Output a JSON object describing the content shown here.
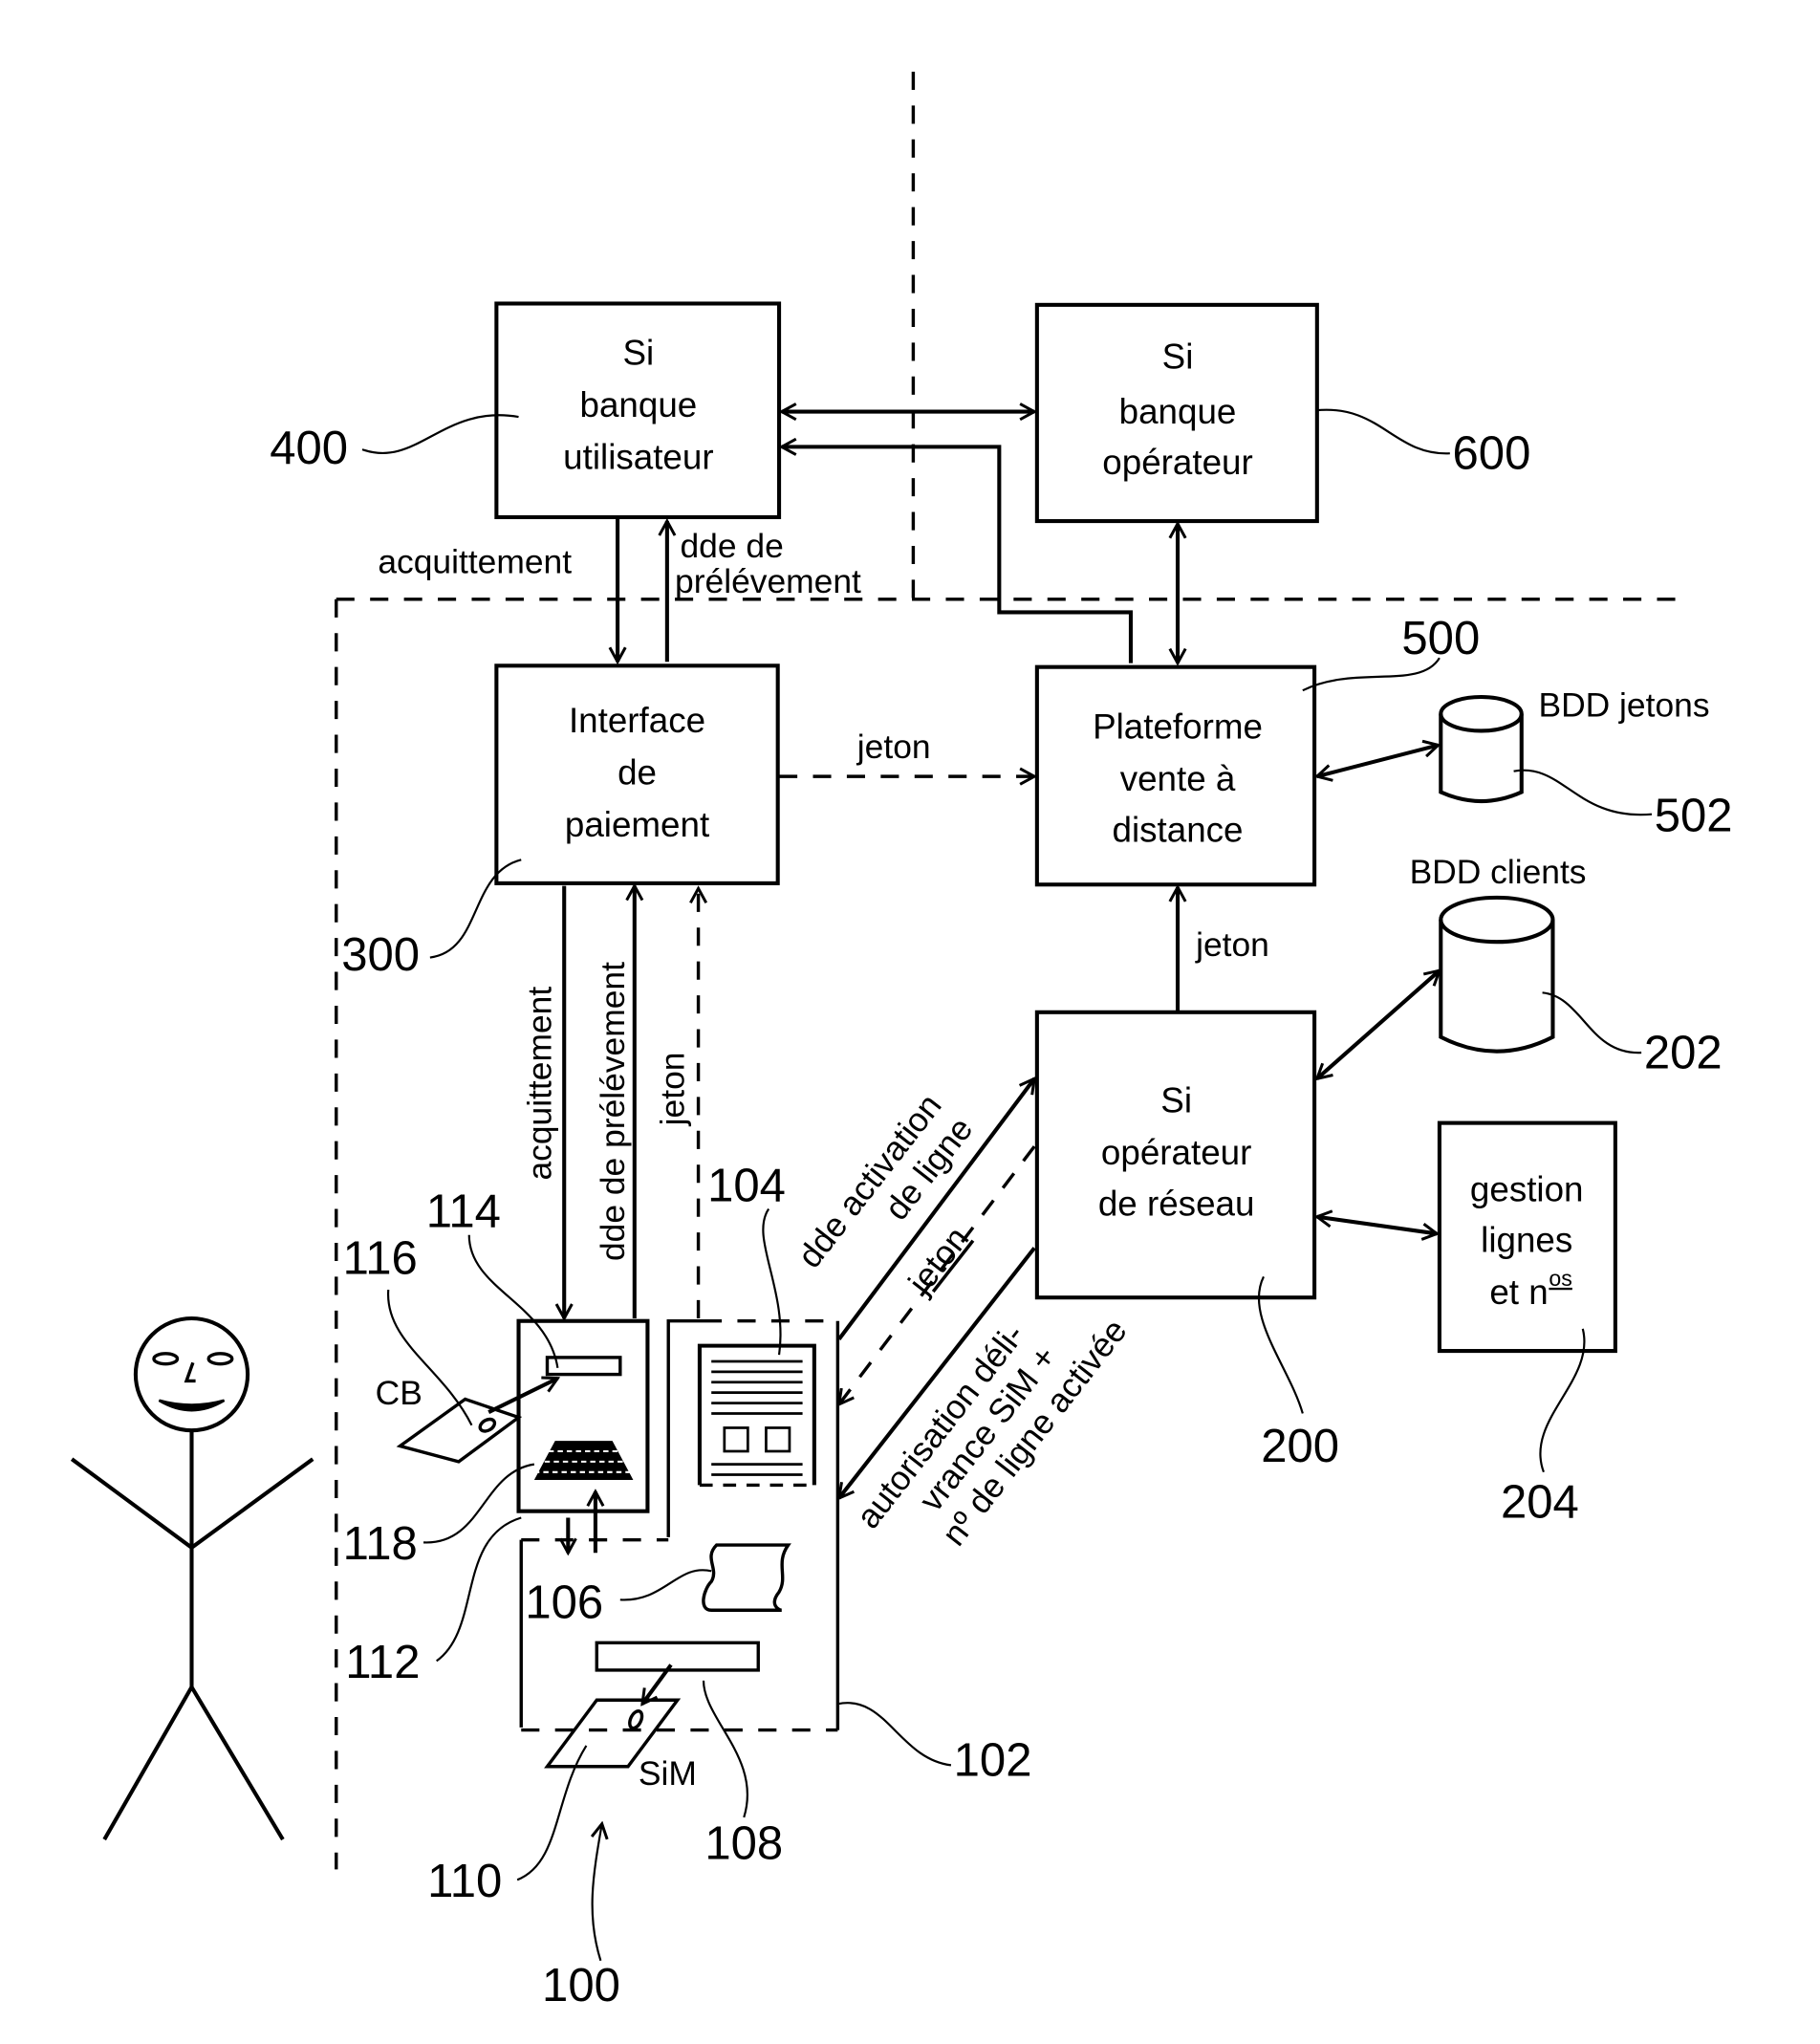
{
  "boxes": {
    "si_banque_utilisateur": {
      "lines": [
        "Si",
        "banque",
        "utilisateur"
      ],
      "ref": "400"
    },
    "si_banque_operateur": {
      "lines": [
        "Si",
        "banque",
        "opérateur"
      ],
      "ref": "600"
    },
    "interface_paiement": {
      "lines": [
        "Interface",
        "de",
        "paiement"
      ],
      "ref": "300"
    },
    "plateforme": {
      "lines": [
        "Plateforme",
        "vente à",
        "distance"
      ],
      "ref": "500"
    },
    "si_operateur_reseau": {
      "lines": [
        "Si",
        "opérateur",
        "de réseau"
      ],
      "ref": "200"
    },
    "gestion_lignes": {
      "lines": [
        "gestion",
        "lignes",
        "et n"
      ],
      "superscript": "os",
      "ref": "204"
    }
  },
  "databases": {
    "bdd_jetons": {
      "label": "BDD jetons",
      "ref": "502"
    },
    "bdd_clients": {
      "label": "BDD clients",
      "ref": "202"
    }
  },
  "arrows": {
    "acquittement_top": "acquittement",
    "dde_prelevement_top": [
      "dde de",
      "prélévement"
    ],
    "jeton_horizontal": "jeton",
    "jeton_vertical_platform": "jeton",
    "acquittement_vertical": "acquittement",
    "dde_prelevement_vertical": "dde de prélévement",
    "jeton_vertical_terminal": "jeton",
    "dde_activation": [
      "dde activation",
      "de ligne"
    ],
    "jeton_diagonal": "jeton",
    "autorisation": [
      "autorisation déli-",
      "vrance SiM +",
      "nº de ligne activée"
    ]
  },
  "terminal": {
    "ref_terminal": "100",
    "ref_kiosk": "102",
    "ref_screen": "104",
    "ref_printer": "106",
    "ref_sim_slot": "108",
    "ref_sim": "110",
    "ref_payment": "112",
    "ref_card_reader": "114",
    "ref_card": "116",
    "ref_keypad": "118",
    "card_label": "CB",
    "sim_label": "SiM"
  }
}
